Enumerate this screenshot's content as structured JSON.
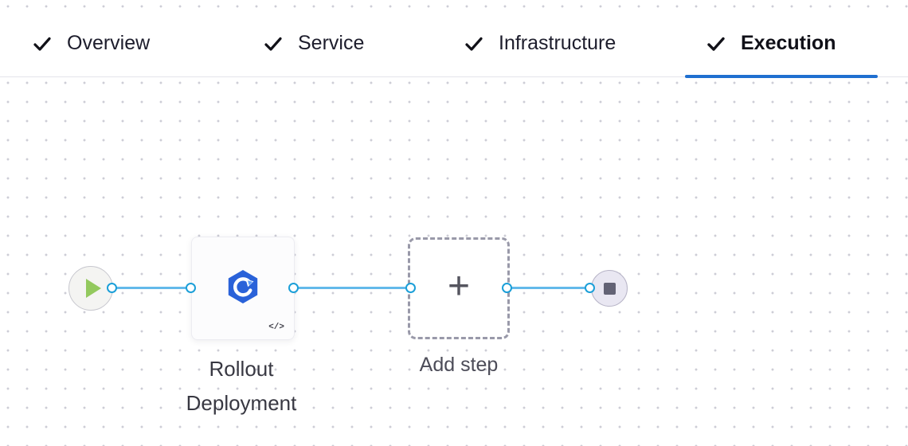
{
  "tabs": [
    {
      "label": "Overview",
      "completed": true,
      "active": false
    },
    {
      "label": "Service",
      "completed": true,
      "active": false
    },
    {
      "label": "Infrastructure",
      "completed": true,
      "active": false
    },
    {
      "label": "Execution",
      "completed": true,
      "active": true
    }
  ],
  "icons": {
    "check": "checkmark",
    "play": "play-triangle",
    "stop": "stop-square",
    "plus_glyph": "+",
    "code_glyph": "</>"
  },
  "pipeline": {
    "step_label": "Rollout Deployment",
    "add_step_label": "Add step"
  },
  "colors": {
    "active_tab_underline": "#1f6fd0",
    "connector_blue": "#63b9ea",
    "port_ring_blue": "#1b9fd8",
    "play_green": "#93c95e",
    "step_icon_blue": "#2a62d9",
    "tab_text": "#1d1d2c",
    "label_text": "#383842",
    "dashed_border": "#9999a9",
    "stop_gray": "#636375"
  }
}
